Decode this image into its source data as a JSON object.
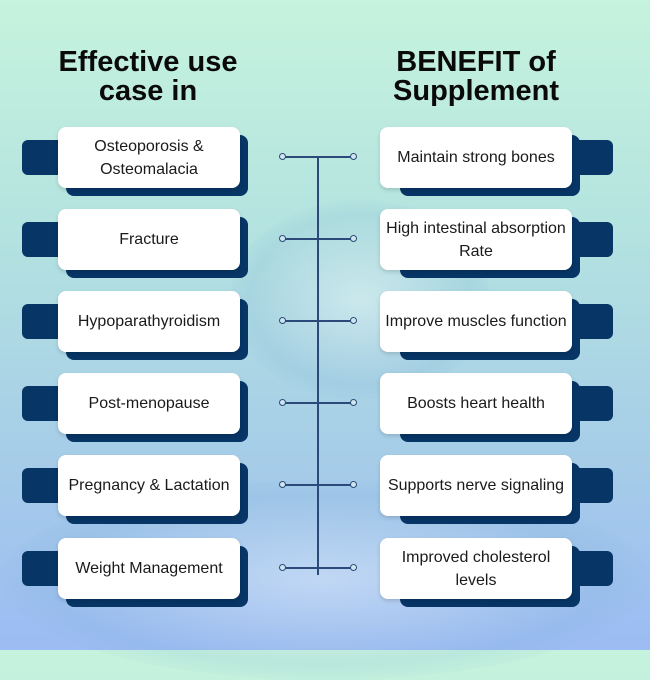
{
  "headings": {
    "left": "Effective use case in",
    "right": "BENEFIT of Supplement"
  },
  "use_cases": [
    "Osteoporosis & Osteomalacia",
    "Fracture",
    "Hypoparathyroidism",
    "Post-menopause",
    "Pregnancy & Lactation",
    "Weight Management"
  ],
  "benefits": [
    "Maintain strong bones",
    "High intestinal absorption Rate",
    "Improve muscles function",
    "Boosts heart health",
    "Supports nerve signaling",
    "Improved cholesterol levels"
  ],
  "colors": {
    "navy": "#073566",
    "line": "#2b4a7a"
  }
}
